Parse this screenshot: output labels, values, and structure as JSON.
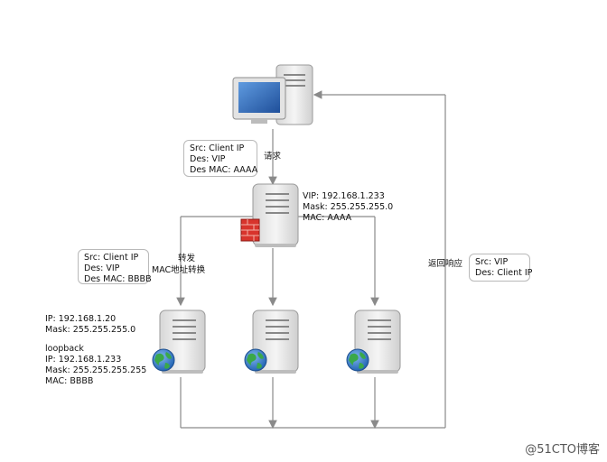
{
  "client": {
    "request_box": [
      "Src: Client IP",
      "Des: VIP",
      "Des MAC: AAAA"
    ],
    "request_label": "请求"
  },
  "load_balancer": {
    "info": [
      "VIP: 192.168.1.233",
      "Mask: 255.255.255.0",
      "MAC: AAAA"
    ]
  },
  "forward": {
    "box": [
      "Src: Client IP",
      "Des: VIP",
      "Des MAC: BBBB"
    ],
    "label": [
      "转发",
      "MAC地址转换"
    ]
  },
  "real_server": {
    "info": [
      "IP: 192.168.1.20",
      "Mask: 255.255.255.0"
    ],
    "loopback": [
      "loopback",
      "IP: 192.168.1.233",
      "Mask: 255.255.255.255",
      "MAC: BBBB"
    ]
  },
  "response": {
    "label": "返回响应",
    "box": [
      "Src: VIP",
      "Des: Client IP"
    ]
  },
  "watermark": "@51CTO博客",
  "colors": {
    "line": "#8a8a8a",
    "server": "#e9e9e9",
    "monitor_screen": "#2e6fbf",
    "firewall": "#d8342c",
    "globe": "#2e74c9"
  },
  "icons": [
    "desktop-computer-icon",
    "server-icon",
    "firewall-icon",
    "globe-icon"
  ]
}
